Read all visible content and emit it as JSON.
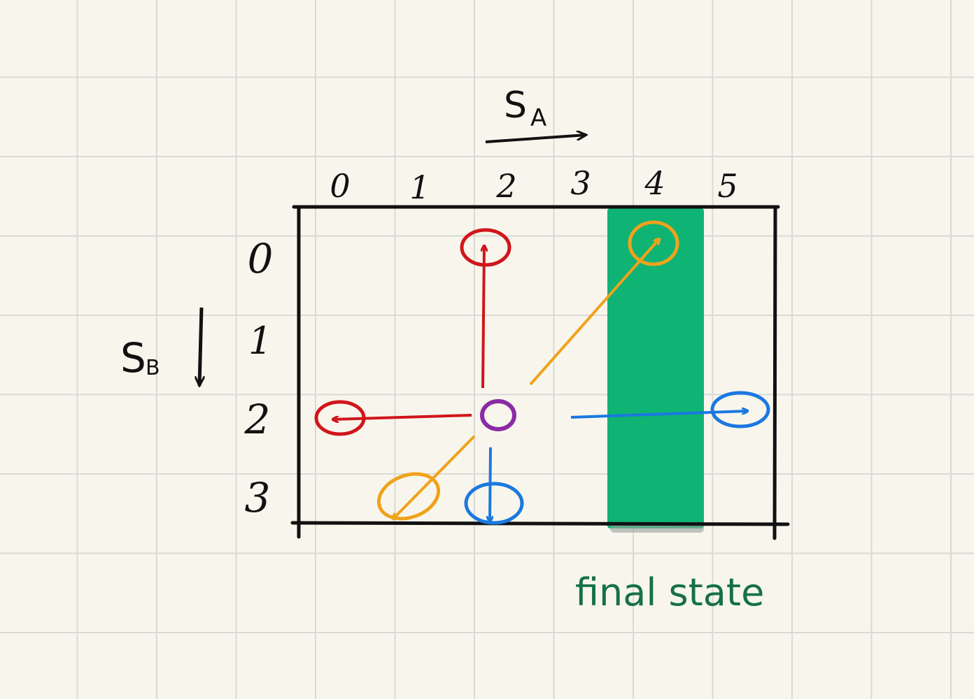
{
  "axes": {
    "x_label_main": "S",
    "x_label_sub": "A",
    "y_label_main": "S",
    "y_label_sub": "B",
    "columns": [
      "0",
      "1",
      "2",
      "3",
      "4",
      "5"
    ],
    "rows": [
      "0",
      "1",
      "2",
      "3"
    ]
  },
  "highlight": {
    "column": 4,
    "label": "final state",
    "color": "#0fb373",
    "label_color": "#167048"
  },
  "start_state": {
    "col": 2,
    "row": 2,
    "color": "#8b2aa6"
  },
  "transitions": [
    {
      "name": "red-up",
      "color": "#d0161c",
      "from": [
        2,
        2
      ],
      "to": [
        2,
        0
      ]
    },
    {
      "name": "red-left",
      "color": "#d0161c",
      "from": [
        2,
        2
      ],
      "to": [
        0,
        2
      ]
    },
    {
      "name": "orange-up-right",
      "color": "#f0a21c",
      "from": [
        2,
        2
      ],
      "to": [
        4,
        0
      ]
    },
    {
      "name": "orange-down-left",
      "color": "#f0a21c",
      "from": [
        2,
        2
      ],
      "to": [
        1,
        3
      ]
    },
    {
      "name": "blue-right",
      "color": "#1b78e0",
      "from": [
        3,
        2
      ],
      "to": [
        5,
        2
      ]
    },
    {
      "name": "blue-down",
      "color": "#1b78e0",
      "from": [
        2,
        2
      ],
      "to": [
        2,
        3
      ]
    }
  ]
}
